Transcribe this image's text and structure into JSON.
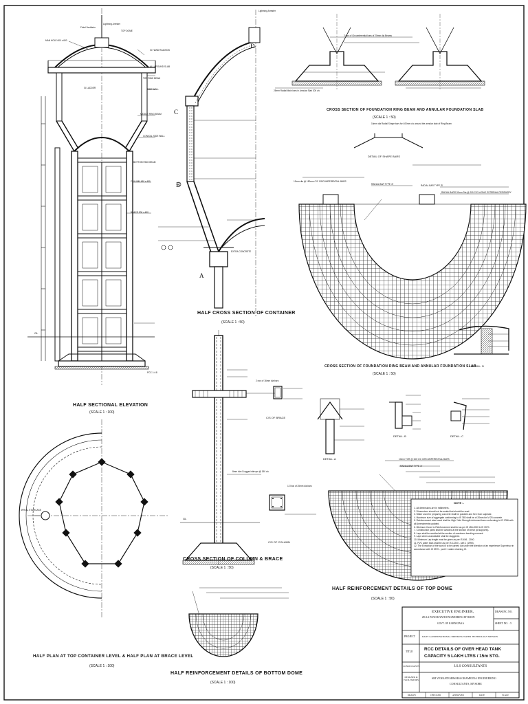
{
  "titles": {
    "elevation": "HALF SECTIONAL ELEVATION",
    "elevation_scale": "(SCALE 1 : 100)",
    "container": "HALF CROSS SECTION OF CONTAINER",
    "container_scale": "(SCALE 1 : 50)",
    "ringbeam_top": "CROSS SECTION OF FOUNDATION RING BEAM AND ANNULAR FOUNDATION SLAB",
    "ringbeam_top_scale": "(SCALE 1 : 50)",
    "shape_bars": "DETAIL OF SHAPE BARS",
    "ringbeam_plan": "CROSS SECTION OF FOUNDATION RING BEAM AND ANNULAR FOUNDATION SLAB",
    "ringbeam_plan_scale": "(SCALE 1 : 50)",
    "column_brace": "CROSS SECTION OF COLUMN & BRACE",
    "column_brace_scale": "(SCALE 1 : 50)",
    "cs_brace": "C/S OF BRACE",
    "cs_column": "C/S OF COLUMN",
    "detail_a": "DETAIL- A",
    "detail_b": "DETAIL- B",
    "detail_c": "DETAIL- C",
    "detail_d": "DETAIL- D",
    "top_dome": "HALF REINFORCEMENT DETAILS OF TOP DOME",
    "top_dome_scale": "(SCALE 1 : 50)",
    "half_plan": "HALF PLAN AT TOP CONTAINER LEVEL & HALF  PLAN AT BRACE LEVEL",
    "half_plan_scale": "(SCALE 1 : 100)",
    "bottom_dome": "HALF REINFORCEMENT DETAILS OF BOTTOM DOME",
    "bottom_dome_scale": "(SCALE 1 : 100)"
  },
  "callouts": {
    "elev_manhole": "MAN HOLE 600 x 600",
    "elev_finial": "Finial Ventilator",
    "elev_lightning": "Lightning Arrester",
    "elev_topdome": "TOP DOME",
    "elev_gi_railing": "GI HAND RAILINGS",
    "elev_walkslab": "ALL AROUND SLAB",
    "elev_topring": "TOP RING BEAM",
    "elev_sidewall": "SIDE WALL",
    "elev_ladder": "GI LADDER",
    "elev_midring": "MIDDLE RING BEAM",
    "elev_conical": "CONICAL SIDE WALL",
    "elev_bottomring": "BOTTOM RING BEAM",
    "elev_column": "COLUMN 450 x 450",
    "elev_brace": "BRACE 300 x 450",
    "elev_gl": "GL",
    "elev_pcc": "PCC 1:4:8",
    "container_lightning": "Lightning Arrester",
    "container_a": "A",
    "container_b": "B",
    "container_c": "C",
    "container_d": "D",
    "container_extra": "EXTRA CONCRETE",
    "ring_spacer": "2 nos of Circumferential bars of 20mm dia Beams",
    "ring_main": "25mm Radial Main bars in Annular Slab 200 c/c",
    "shape_note": "16mm dia Radial Shape bars for 400mm c/c around the annular slab of Ring Beam",
    "radial_a": "RADIAL BAR TYPE 'A'",
    "radial_b": "RADIAL BAR TYPE 'B'",
    "radial_c": "RADIAL BARS 20mm Dia @ 200 C/C ALONG EXTERNAL PERIPHERY",
    "circ_note": "12mm dia @ 150mm C/C CIRCUMFERENTIAL BARS",
    "brace_main": "2 nos of 16mm dia bars",
    "column_gl": "GL",
    "column_stirrup": "8mm dia 4 Legged stirrups @ 150 c/c",
    "column_bars": "12 Nos of 25mm dia bars",
    "spiral": "SPIRAL STAIRCASE",
    "dome_radial": "RADIAL BAR TYPE 'A'",
    "dome_circ": "10mm TOR @ 150 C/C CIRCUMFERENTIAL BARS"
  },
  "notes": {
    "heading": "NOTE :-",
    "items": [
      "1. All dimensions are in millimeters.",
      "2. Dimensions should not be scaled but should be read.",
      "3. Water used for preparing concrete shall be portable and free from sulphate.",
      "4. Maximum size of aggregate conforming to IS 383 shall be of 20mm for M 25 concrete.",
      "5. Reinforcement steel used shall be High Yield Strength deformed bars conforming to IS 1786 with all Amendments updated.",
      "6. Minimum Cover to Reinforcement shall be as per IS 456-2000 & IS 3370.",
      "7. Construction joints shall be avoided at the section of shear (at supports).",
      "8. Laps shall be avoided at the section of maximum bending moment.",
      "9. Laps when unavoidable shall be staggered.",
      "10. Minimum Lap length must be given as per IS 456 - 2000.",
      "11. PVC water bars shall be as per IS 12200 - part 1 (1996).",
      "12. The Execution of the work is to be carried out under the direction of an experience Supervisor in accordance with IS 3370 - part II / water retaining IS."
    ]
  },
  "title_block": {
    "authority_line1": "EXECUTIVE ENGINEER,",
    "authority_line2": "ZILLA PANCHAYATH ENGINEERING DIVISION",
    "authority_line3": "GOVT. OF KARNATAKA",
    "drawing_no_label": "DRAWING NO.",
    "sheet_label": "SHEET NO. : 5",
    "project_label": "PROJECT",
    "project_value": "RAJIV GANDHI NATIONAL DRINKING WATER TECHNOLOGY MISSION",
    "title_label": "TITLE",
    "title_line1": "RCC DETAILS OF OVER HEAD TANK",
    "title_line2": "CAPACITY 5 LAKH LTRS / 15m STG.",
    "consultants_label": "CONSULTANTS",
    "consultants_value": "J.S.S CONSULTANTS",
    "designer_label": "DESIGNER & FACILITATORS",
    "designer_line1": "SRI VENKATESHWARA GRAMEENA ENGINEERING",
    "designer_line2": "CONSULTANTS, MYSORE",
    "bottom_labels": [
      "DRAWN",
      "CHECKED",
      "APPROVED",
      "DATE",
      "SCALE"
    ]
  }
}
